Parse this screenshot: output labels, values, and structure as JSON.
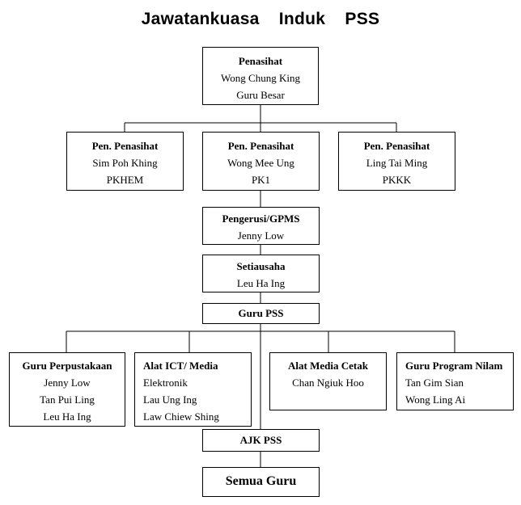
{
  "title": "Jawatankuasa Induk PSS",
  "penasihat": {
    "role": "Penasihat",
    "lines": [
      "Wong Chung King",
      "Guru Besar"
    ]
  },
  "pen_penasihat_1": {
    "role": "Pen. Penasihat",
    "lines": [
      "Sim Poh Khing",
      "PKHEM"
    ]
  },
  "pen_penasihat_2": {
    "role": "Pen. Penasihat",
    "lines": [
      "Wong Mee Ung",
      "PK1"
    ]
  },
  "pen_penasihat_3": {
    "role": "Pen. Penasihat",
    "lines": [
      "Ling Tai Ming",
      "PKKK"
    ]
  },
  "pengerusi": {
    "role": "Pengerusi/GPMS",
    "lines": [
      "Jenny Low"
    ]
  },
  "setiausaha": {
    "role": "Setiausaha",
    "lines": [
      "Leu Ha Ing"
    ]
  },
  "guru_pss": {
    "role": "Guru PSS"
  },
  "guru_perpustakaan": {
    "role": "Guru Perpustakaan",
    "lines": [
      "Jenny Low",
      "Tan Pui Ling",
      "Leu Ha Ing"
    ]
  },
  "alat_ict": {
    "role": "Alat ICT/ Media",
    "lines": [
      "Elektronik",
      "Lau Ung Ing",
      "Law Chiew Shing"
    ]
  },
  "alat_media_cetak": {
    "role": "Alat Media Cetak",
    "lines": [
      "Chan Ngiuk Hoo"
    ]
  },
  "guru_program_nilam": {
    "role": "Guru Program Nilam",
    "lines": [
      "Tan Gim Sian",
      "Wong Ling Ai"
    ]
  },
  "ajk_pss": {
    "role": "AJK PSS"
  },
  "semua_guru": {
    "role": "Semua Guru"
  }
}
